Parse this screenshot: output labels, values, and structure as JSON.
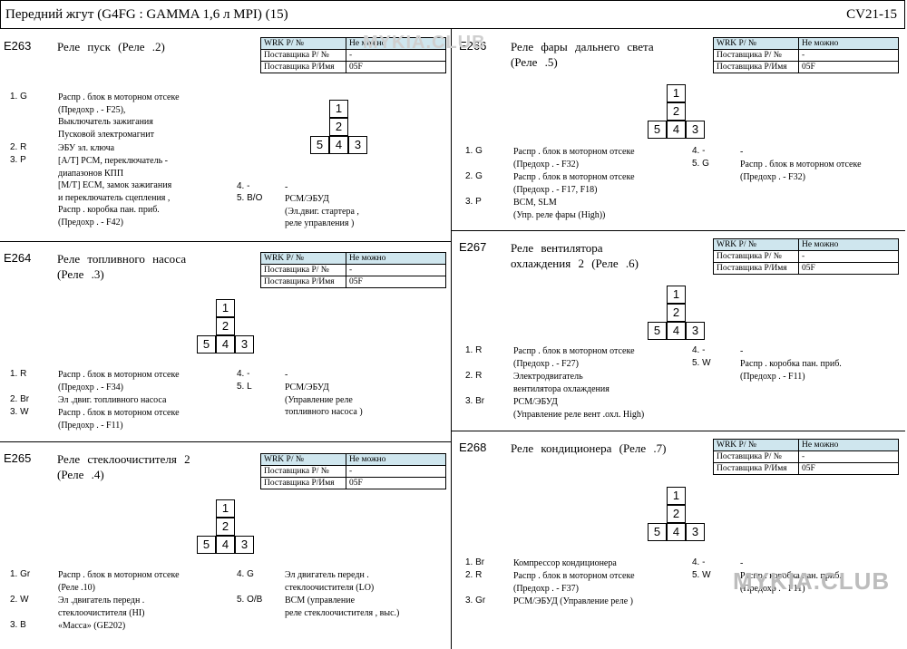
{
  "header": {
    "title": "Передний   жгут  (G4FG : GAMMA 1,6 л MPI) (15)",
    "code": "CV21-15"
  },
  "watermark": "MYKIA.CLUB",
  "wrk_table": {
    "r1k": "WRK Р/ №",
    "r1v": "Не можно",
    "r2k": "Поставщика  Р/ №",
    "r2v": "-",
    "r3k": "Поставщика  Р/Имя",
    "r3v": "05F"
  },
  "connector": {
    "p1": "1",
    "p2": "2",
    "p3": "3",
    "p4": "4",
    "p5": "5"
  },
  "sections": {
    "e263": {
      "code": "E263",
      "title_l1": "Реле  пуск  (Реле .2)",
      "title_l2": "",
      "pins": [
        {
          "n": "1. G",
          "lines": [
            "Распр . блок в моторном  отсеке",
            "(Предохр . - F25),",
            "Выключатель   зажигания",
            "Пусковой электромагнит"
          ]
        },
        {
          "n": "2. R",
          "lines": [
            "ЭБУ эл. ключа"
          ]
        },
        {
          "n": "3. P",
          "lines": [
            "[A/T] PCM, переключатель    -",
            "  диапазонов   КПП",
            "[M/T] ECM, замок  зажигания",
            "и переключатель   сцепления  ,",
            "Распр . коробка  пан. приб.",
            "(Предохр . - F42)"
          ]
        },
        {
          "n": "4. -",
          "lines": [
            "-"
          ]
        },
        {
          "n": "5. B/O",
          "lines": [
            "PCM/ЭБУД",
            "(Эл.двиг. стартера  ,",
            " реле  управления  )"
          ]
        }
      ]
    },
    "e264": {
      "code": "E264",
      "title_l1": "Реле    топливного     насоса",
      "title_l2": "(Реле  .3)",
      "pins": [
        {
          "n": "1. R",
          "lines": [
            "Распр . блок в моторном  отсеке",
            "(Предохр . - F34)"
          ]
        },
        {
          "n": "2. Br",
          "lines": [
            "Эл .двиг. топливного   насоса"
          ]
        },
        {
          "n": "3. W",
          "lines": [
            "Распр . блок в моторном  отсеке",
            "(Предохр . - F11)"
          ]
        },
        {
          "n": "4. -",
          "lines": [
            "-"
          ]
        },
        {
          "n": "5. L",
          "lines": [
            "PCM/ЭБУД",
            "(Управление    реле",
            "топливного    насоса  )"
          ]
        }
      ]
    },
    "e265": {
      "code": "E265",
      "title_l1": "Реле   стеклоочистителя        2",
      "title_l2": "(Реле  .4)",
      "pins": [
        {
          "n": "1. Gr",
          "lines": [
            "Распр . блок в моторном  отсеке",
            "(Реле .10)"
          ]
        },
        {
          "n": "2. W",
          "lines": [
            "Эл .двигатель   передн   .",
            "стеклоочистителя      (HI)"
          ]
        },
        {
          "n": "3. B",
          "lines": [
            "«Масса»  (GE202)"
          ]
        },
        {
          "n": "4. G",
          "lines": [
            "Эл двигатель   передн  .",
            "стеклоочистителя      (LO)"
          ]
        },
        {
          "n": "5. O/B",
          "lines": [
            "BCM (управление",
            "реле  стеклоочистителя     , выс.)"
          ]
        }
      ]
    },
    "e266": {
      "code": "E266",
      "title_l1": "Реле    фары   дальнего     света",
      "title_l2": "(Реле  .5)",
      "pins": [
        {
          "n": "1. G",
          "lines": [
            "Распр . блок в моторном  отсеке",
            "(Предохр . - F32)"
          ]
        },
        {
          "n": "2. G",
          "lines": [
            "Распр . блок в моторном  отсеке",
            "(Предохр . - F17, F18)"
          ]
        },
        {
          "n": "3. P",
          "lines": [
            "BCM, SLM",
            "(Упр. реле  фары  (High))"
          ]
        },
        {
          "n": "4. -",
          "lines": [
            "-"
          ]
        },
        {
          "n": "5. G",
          "lines": [
            "Распр . блок  в моторном   отсеке",
            "(Предохр . - F32)"
          ]
        }
      ]
    },
    "e267": {
      "code": "E267",
      "title_l1": "Реле    вентилятора",
      "title_l2": "охлаждения      2 (Реле  .6)",
      "pins": [
        {
          "n": "1. R",
          "lines": [
            "Распр . блок в моторном  отсеке",
            "(Предохр . - F27)"
          ]
        },
        {
          "n": "2. R",
          "lines": [
            "Электродвигатель",
            "вентилятора    охлаждения"
          ]
        },
        {
          "n": "3. Br",
          "lines": [
            "PCM/ЭБУД",
            "(Управление    реле  вент .охл. High)"
          ]
        },
        {
          "n": "4. -",
          "lines": [
            "-"
          ]
        },
        {
          "n": "5. W",
          "lines": [
            "Распр . коробка   пан.  приб.",
            "(Предохр . - F11)"
          ]
        }
      ]
    },
    "e268": {
      "code": "E268",
      "title_l1": "Реле   кондиционера       (Реле  .7)",
      "title_l2": "",
      "pins": [
        {
          "n": "1. Br",
          "lines": [
            "Компрессор  кондиционера"
          ]
        },
        {
          "n": "2. R",
          "lines": [
            "Распр . блок в моторном  отсеке",
            "(Предохр . - F37)"
          ]
        },
        {
          "n": "3. Gr",
          "lines": [
            "PCM/ЭБУД (Управление   реле  )"
          ]
        },
        {
          "n": "4. -",
          "lines": [
            "-"
          ]
        },
        {
          "n": "5. W",
          "lines": [
            "Распр . коробка   пан.  приб.",
            "(Предохр . - F11)"
          ]
        }
      ]
    }
  }
}
